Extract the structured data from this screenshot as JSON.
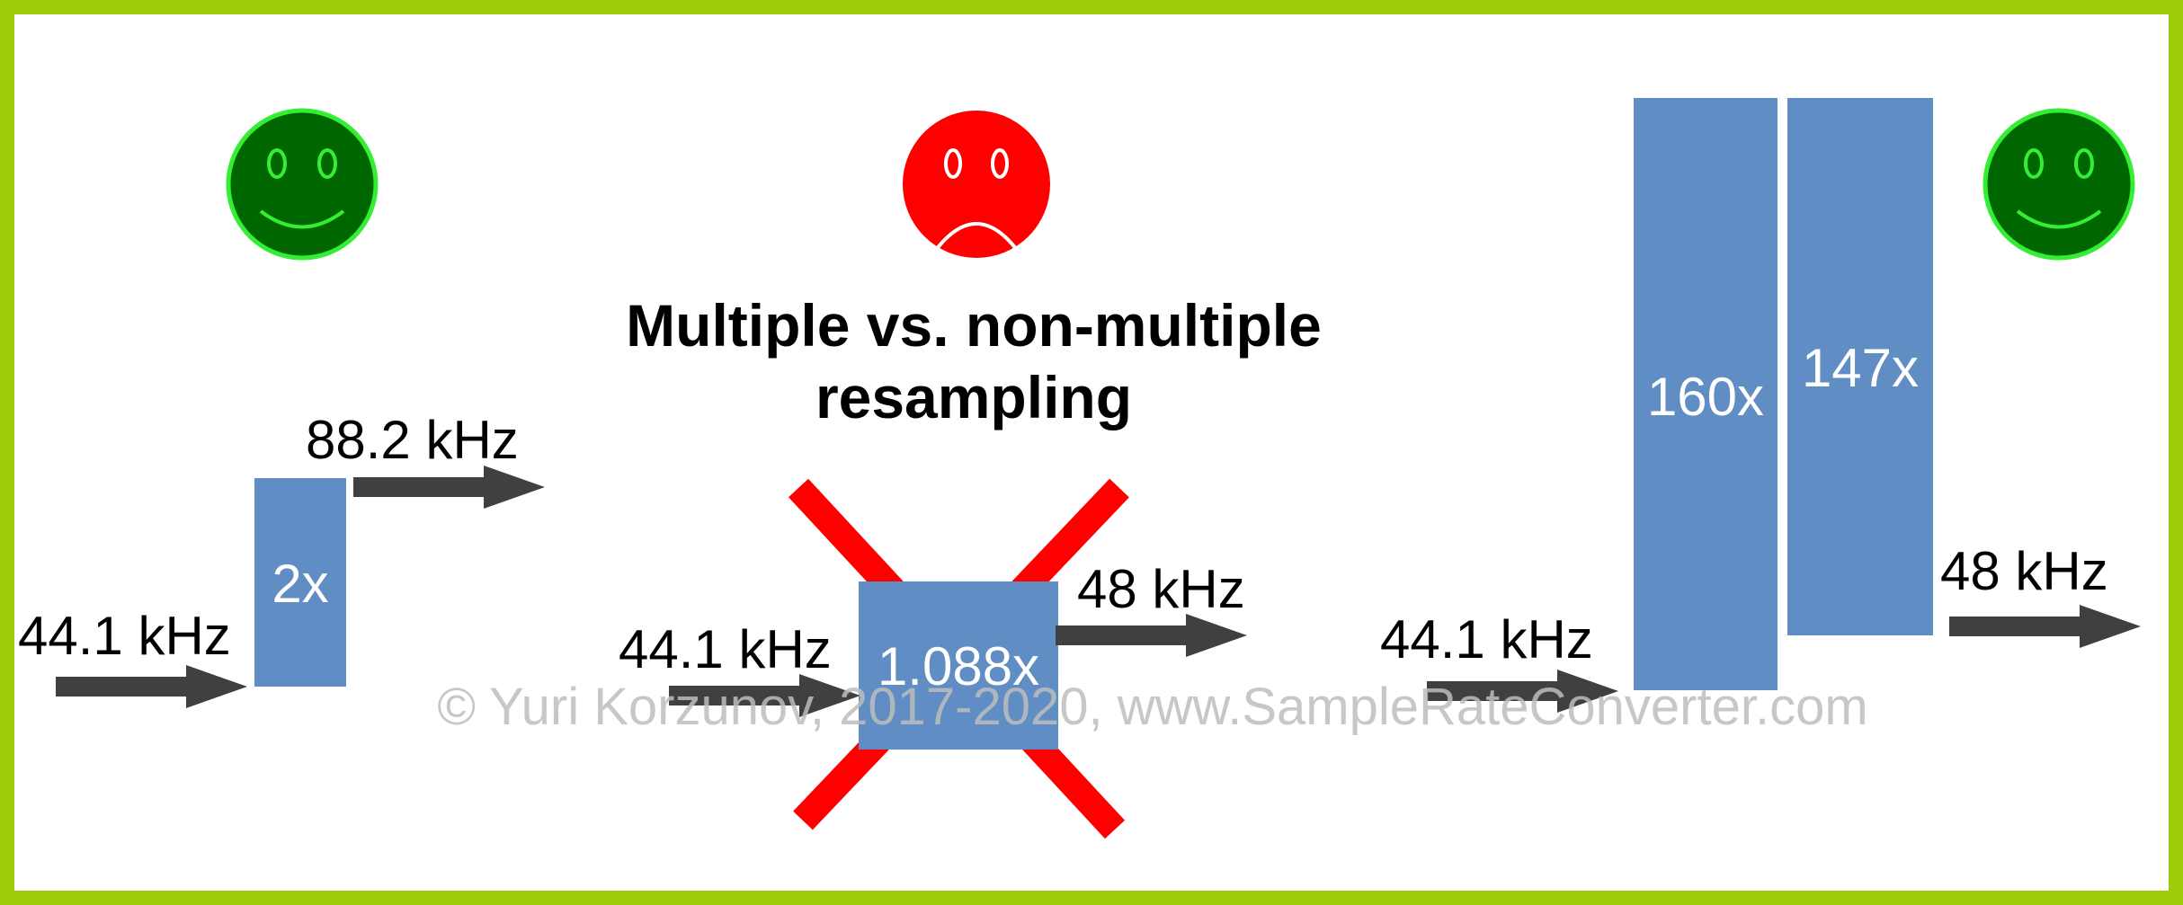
{
  "title": {
    "line1": "Multiple vs. non-multiple",
    "line2": "resampling"
  },
  "watermark": "© Yuri Korzunov, 2017-2020, www.SampleRateConverter.com",
  "left": {
    "input_rate": "44.1 kHz",
    "factor": "2x",
    "output_rate": "88.2 kHz",
    "verdict_icon": "happy-face-icon"
  },
  "middle": {
    "input_rate": "44.1 kHz",
    "factor": "1.088x",
    "output_rate": "48 kHz",
    "verdict_icon": "sad-face-icon",
    "crossed_out": true
  },
  "right": {
    "input_rate": "44.1 kHz",
    "factor_up": "160x",
    "factor_down": "147x",
    "output_rate": "48 kHz",
    "verdict_icon": "happy-face-icon"
  },
  "colors": {
    "frame": "#9fcc0a",
    "box": "#5f8dc4",
    "arrow": "#404040",
    "cross": "#ff0000",
    "happy_face": "#006600",
    "happy_outline": "#33ee33",
    "sad_face": "#ff0000"
  }
}
